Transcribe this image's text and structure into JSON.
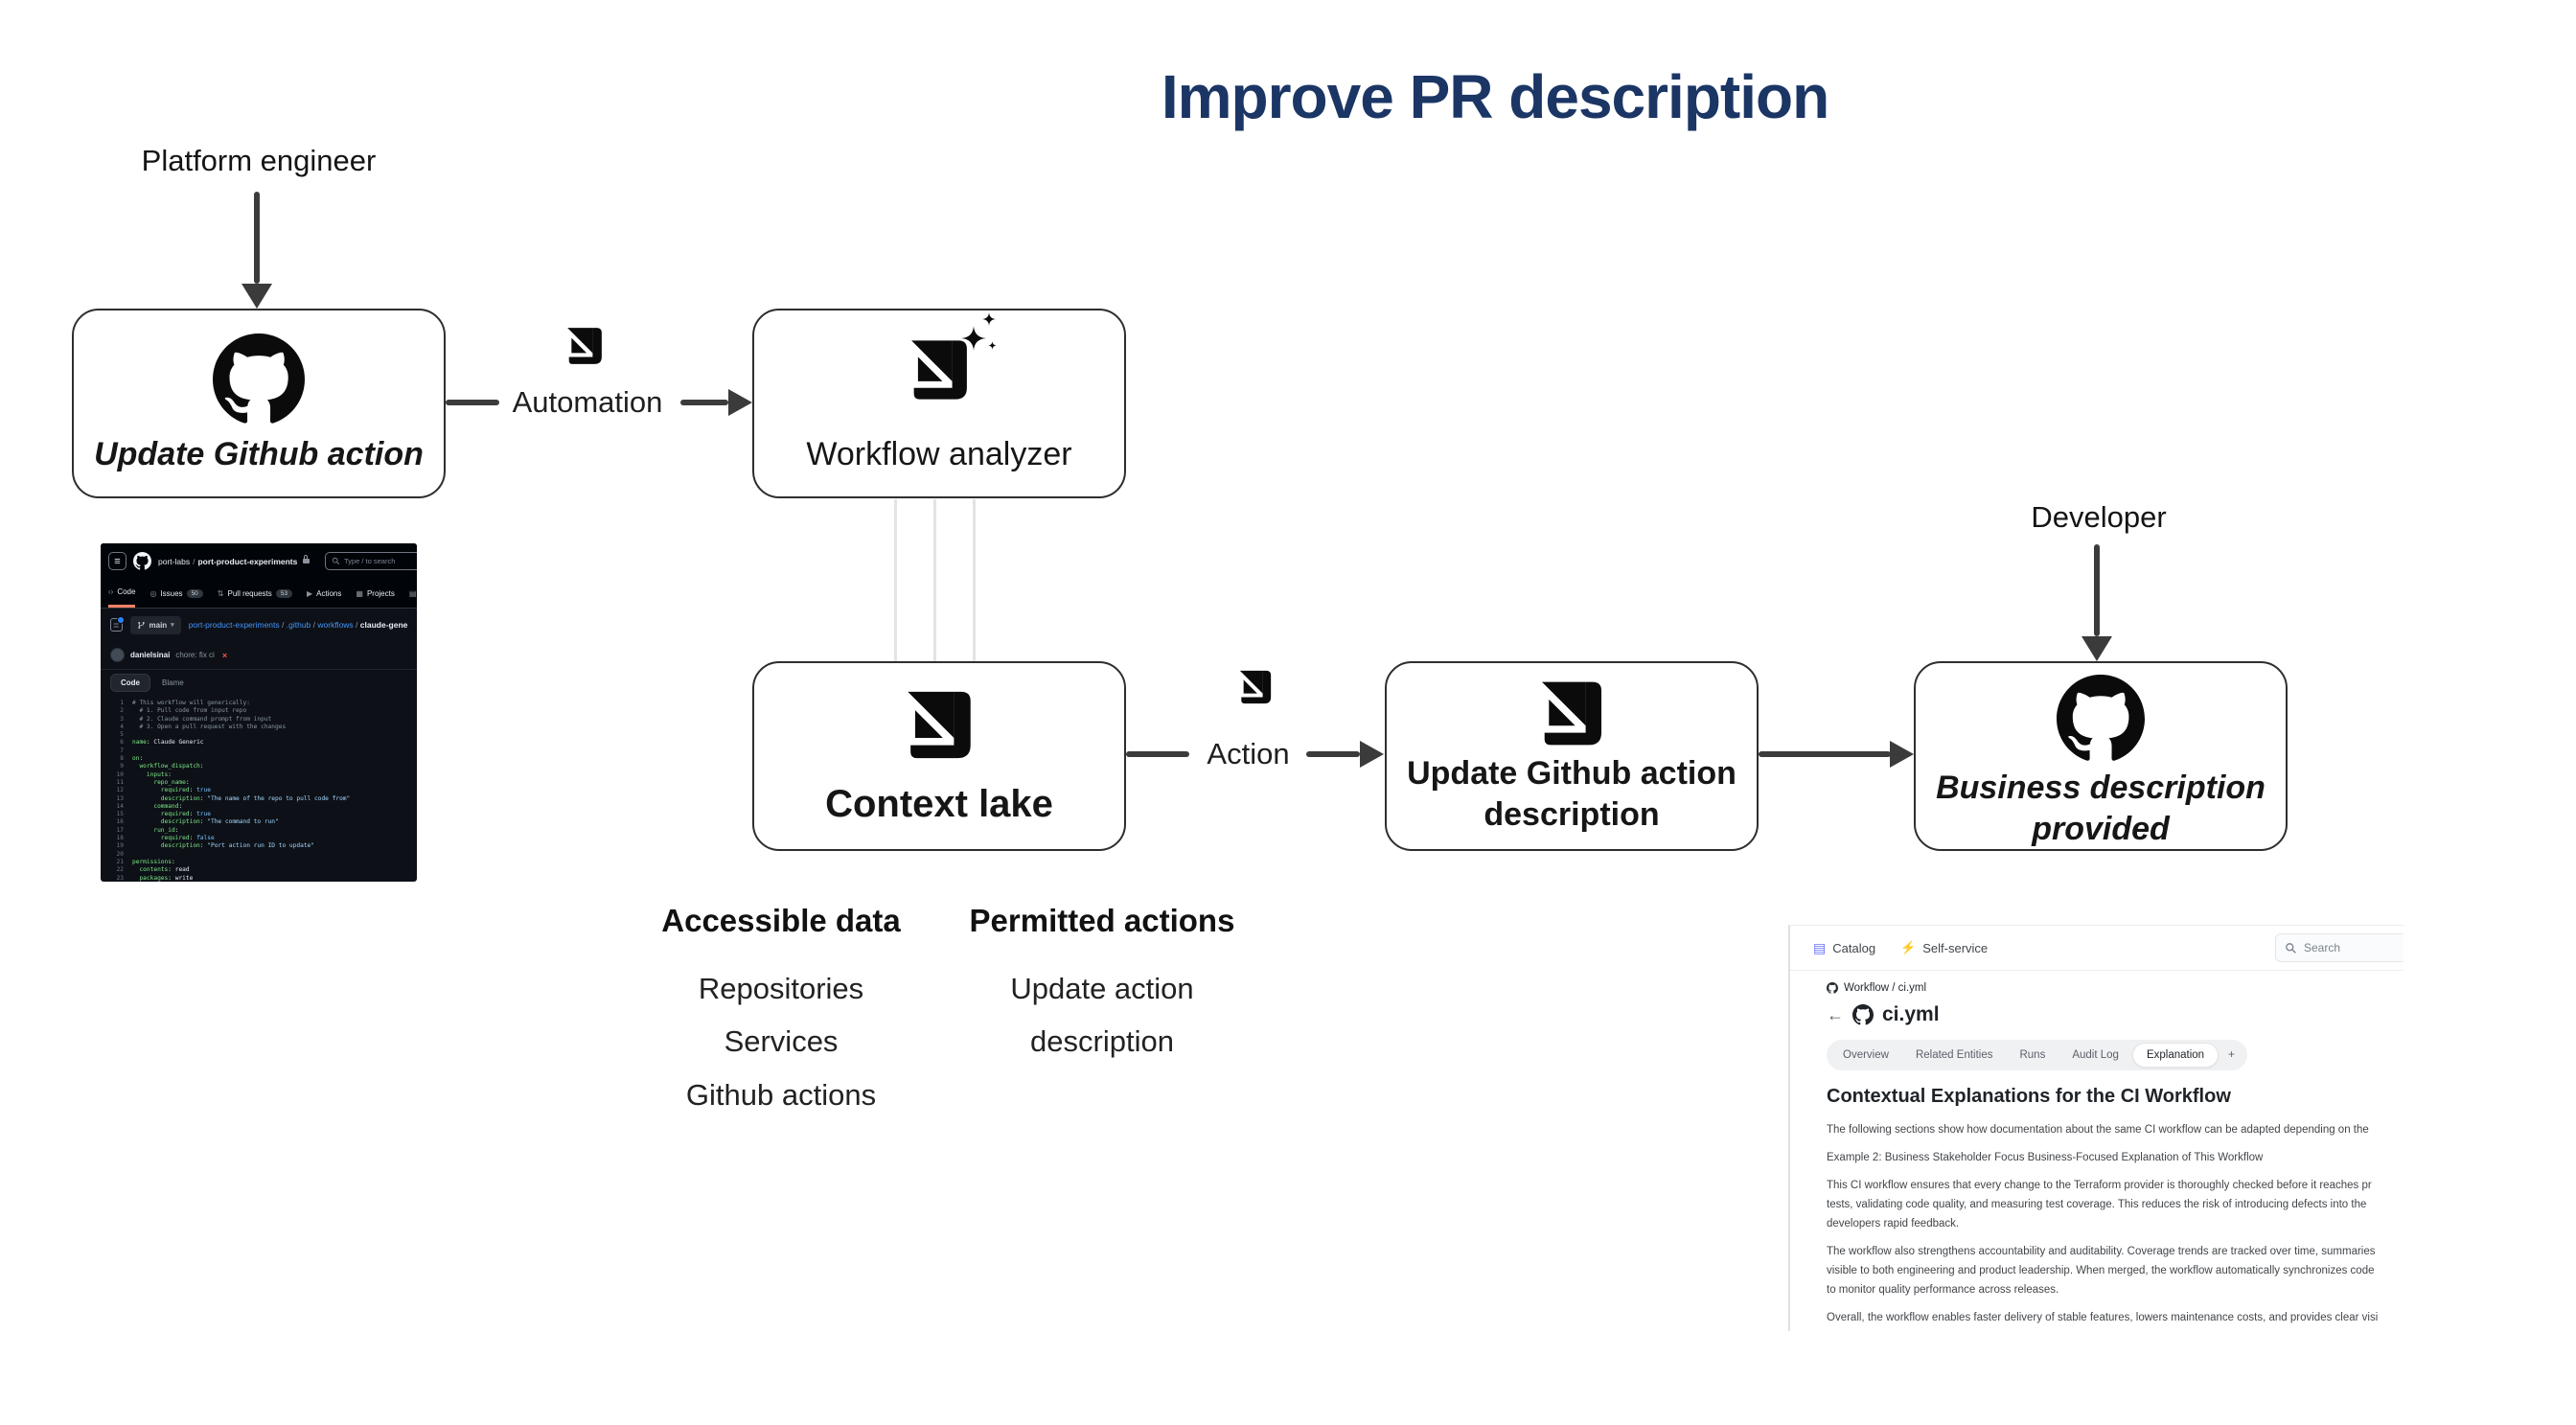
{
  "title": "Improve PR description",
  "colors": {
    "title_navy": "#1b3665",
    "arrow_gray": "#3b3b3b",
    "box_border": "#2e2e2e",
    "connector_light": "#e3e3e3",
    "github_header_bg": "#010409",
    "github_panel_bg": "#0d1117",
    "github_tab_active_underline": "#f78166",
    "github_link_blue": "#4493f8",
    "code_comment": "#8b949e",
    "code_key": "#7ee787",
    "code_string": "#a5d6ff",
    "code_bool": "#79c0ff",
    "ci_failed_red": "#f85149",
    "port_catalog_purple": "#6b74f8",
    "port_bolt_orange": "#ff9900"
  },
  "diagram": {
    "actor_top": "Platform engineer",
    "actor_right": "Developer",
    "box_update_action": "Update Github action",
    "automation_label": "Automation",
    "box_workflow_analyzer": "Workflow analyzer",
    "box_context_lake": "Context lake",
    "action_label": "Action",
    "box_update_description_line1": "Update Github action",
    "box_update_description_line2": "description",
    "box_business_line1": "Business description",
    "box_business_line2": "provided",
    "columns": [
      {
        "heading": "Accessible data",
        "items": [
          "Repositories",
          "Services",
          "Github actions"
        ]
      },
      {
        "heading": "Permitted actions",
        "items": [
          "Update action",
          "description"
        ]
      }
    ]
  },
  "github_screenshot": {
    "org": "port-labs",
    "repo": "port-product-experiments",
    "search_placeholder": "Type / to search",
    "nav_tabs": [
      {
        "label": "Code",
        "icon": "code",
        "active": true
      },
      {
        "label": "Issues",
        "icon": "issue-circle",
        "count": "50"
      },
      {
        "label": "Pull requests",
        "icon": "pull-request",
        "count": "53"
      },
      {
        "label": "Actions",
        "icon": "play-circle"
      },
      {
        "label": "Projects",
        "icon": "project-board"
      },
      {
        "label": "Wiki",
        "icon": "book"
      }
    ],
    "branch": "main",
    "path_links": [
      "port-product-experiments",
      ".github",
      "workflows"
    ],
    "path_file": "claude-generic.yaml",
    "commit_author": "danielsinai",
    "commit_message": "chore: fix ci",
    "file_tabs": [
      "Code",
      "Blame"
    ],
    "code_lines": [
      [
        [
          "# This workflow will generically:",
          "cm"
        ]
      ],
      [
        [
          "  # 1. Pull code from input repo",
          "cm"
        ]
      ],
      [
        [
          "  # 2. Claude command prompt from input",
          "cm"
        ]
      ],
      [
        [
          "  # 3. Open a pull request with the changes",
          "cm"
        ]
      ],
      [],
      [
        [
          "name",
          "key"
        ],
        [
          ":",
          "pl"
        ],
        [
          " Claude Generic",
          "pl"
        ]
      ],
      [],
      [
        [
          "on",
          "key"
        ],
        [
          ":",
          "pl"
        ]
      ],
      [
        [
          "  workflow_dispatch",
          "key"
        ],
        [
          ":",
          "pl"
        ]
      ],
      [
        [
          "    inputs",
          "key"
        ],
        [
          ":",
          "pl"
        ]
      ],
      [
        [
          "      repo_name",
          "key"
        ],
        [
          ":",
          "pl"
        ]
      ],
      [
        [
          "        required",
          "key"
        ],
        [
          ":",
          "pl"
        ],
        [
          " true",
          "bo"
        ]
      ],
      [
        [
          "        description",
          "key"
        ],
        [
          ":",
          "pl"
        ],
        [
          " \"The name of the repo to pull code from\"",
          "st"
        ]
      ],
      [
        [
          "      command",
          "key"
        ],
        [
          ":",
          "pl"
        ]
      ],
      [
        [
          "        required",
          "key"
        ],
        [
          ":",
          "pl"
        ],
        [
          " true",
          "bo"
        ]
      ],
      [
        [
          "        description",
          "key"
        ],
        [
          ":",
          "pl"
        ],
        [
          " \"The command to run\"",
          "st"
        ]
      ],
      [
        [
          "      run_id",
          "key"
        ],
        [
          ":",
          "pl"
        ]
      ],
      [
        [
          "        required",
          "key"
        ],
        [
          ":",
          "pl"
        ],
        [
          " false",
          "bo"
        ]
      ],
      [
        [
          "        description",
          "key"
        ],
        [
          ":",
          "pl"
        ],
        [
          " \"Port action run ID to update\"",
          "st"
        ]
      ],
      [],
      [
        [
          "permissions",
          "key"
        ],
        [
          ":",
          "pl"
        ]
      ],
      [
        [
          "  contents",
          "key"
        ],
        [
          ":",
          "pl"
        ],
        [
          " read",
          "pl"
        ]
      ],
      [
        [
          "  packages",
          "key"
        ],
        [
          ":",
          "pl"
        ],
        [
          " write",
          "pl"
        ]
      ]
    ]
  },
  "port_screenshot": {
    "nav": {
      "catalog": "Catalog",
      "self_service": "Self-service",
      "search_placeholder": "Search"
    },
    "breadcrumb": "Workflow / ci.yml",
    "entity_title": "ci.yml",
    "tabs": [
      "Overview",
      "Related Entities",
      "Runs",
      "Audit Log",
      "Explanation",
      "+"
    ],
    "selected_tab": "Explanation",
    "heading": "Contextual Explanations for the CI Workflow",
    "paragraphs": [
      [
        "The following sections show how documentation about the same CI workflow can be adapted depending on the"
      ],
      [
        "Example 2: Business Stakeholder Focus Business-Focused Explanation of This Workflow"
      ],
      [
        "This CI workflow ensures that every change to the Terraform provider is thoroughly checked before it reaches pr",
        "tests, validating code quality, and measuring test coverage. This reduces the risk of introducing defects into the",
        "developers rapid feedback."
      ],
      [
        "The workflow also strengthens accountability and auditability. Coverage trends are tracked over time, summaries",
        "visible to both engineering and product leadership. When merged, the workflow automatically synchronizes code",
        "to monitor quality performance across releases."
      ],
      [
        "Overall, the workflow enables faster delivery of stable features, lowers maintenance costs, and provides clear visi"
      ]
    ]
  }
}
